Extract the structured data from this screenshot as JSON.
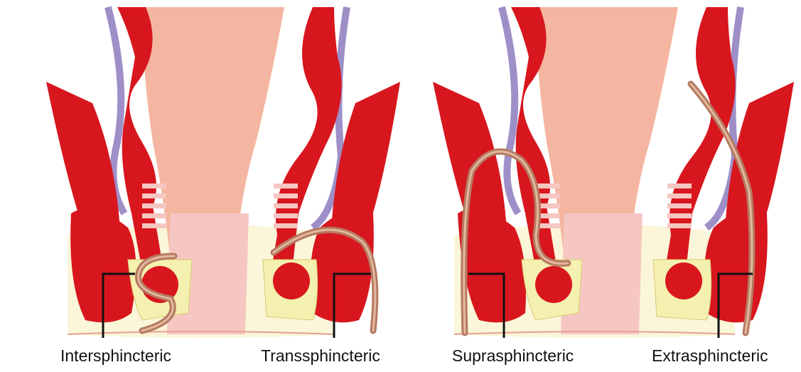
{
  "labels": {
    "intersphincteric": "Intersphincteric",
    "transsphincteric": "Transsphincteric",
    "suprasphincteric": "Suprasphincteric",
    "extrasphincteric": "Extrasphincteric"
  },
  "colors": {
    "muscle": "#d8161e",
    "muscle_dark": "#b0121a",
    "mucosa": "#f6c7c2",
    "lumen": "#f4b6a0",
    "sphincter_pad": "#f4f0b0",
    "fat": "#fbf6d9",
    "tract": "#b57a60",
    "tract_light": "#e2b9a0",
    "serosa": "#9e8fc8",
    "leader": "#111111"
  }
}
